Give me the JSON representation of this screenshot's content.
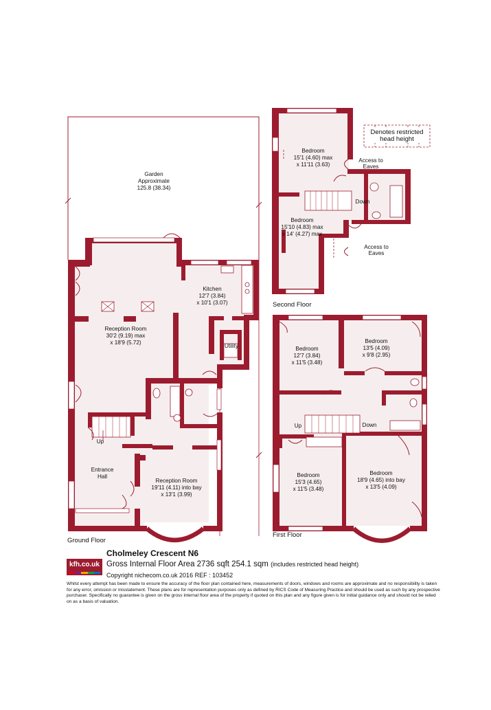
{
  "rooms": {
    "garden": {
      "name": "Garden",
      "line1": "Approximate",
      "line2": "125.8 (38.34)"
    },
    "kitchen": {
      "name": "Kitchen",
      "line1": "12'7 (3.84)",
      "line2": "x 10'1 (3.07)"
    },
    "reception_large": {
      "name": "Reception Room",
      "line1": "30'2 (9.19) max",
      "line2": "x 18'9 (5.72)"
    },
    "utility": {
      "name": "Utility"
    },
    "up_ground": {
      "name": "Up"
    },
    "entrance": {
      "name": "Entrance",
      "line1": "Hall"
    },
    "reception_bay": {
      "name": "Reception Room",
      "line1": "19'11 (4.11) into bay",
      "line2": "x 13'1 (3.99)"
    },
    "sf_bedroom_top": {
      "name": "Bedroom",
      "line1": "15'1 (4.60) max",
      "line2": "x 11'11 (3.63)"
    },
    "sf_bedroom_bottom": {
      "name": "Bedroom",
      "line1": "15'10 (4.83) max",
      "line2": "x 14' (4.27) max"
    },
    "access_eaves_1": {
      "name": "Access to",
      "line1": "Eaves"
    },
    "access_eaves_2": {
      "name": "Access to",
      "line1": "Eaves"
    },
    "down_second": {
      "name": "Down"
    },
    "ff_bedroom_1": {
      "name": "Bedroom",
      "line1": "12'7 (3.84)",
      "line2": "x 11'5 (3.48)"
    },
    "ff_bedroom_2": {
      "name": "Bedroom",
      "line1": "13'5 (4.09)",
      "line2": "x 9'8 (2.95)"
    },
    "ff_up": {
      "name": "Up"
    },
    "ff_down": {
      "name": "Down"
    },
    "ff_bedroom_3": {
      "name": "Bedroom",
      "line1": "15'3 (4.65)",
      "line2": "x 11'5 (3.48)"
    },
    "ff_bedroom_4": {
      "name": "Bedroom",
      "line1": "18'9 (4.65) into bay",
      "line2": "x 13'5 (4.09)"
    }
  },
  "legend": {
    "line1": "Denotes restricted",
    "line2": "head height"
  },
  "floors": {
    "ground": "Ground Floor",
    "first": "First Floor",
    "second": "Second Floor"
  },
  "footer": {
    "address": "Cholmeley Crescent  N6",
    "gross_area": "Gross Internal Floor Area 2736 sqft 254.1 sqm",
    "area_note": "(includes restricted head height)",
    "copyright": "Copyright nichecom.co.uk 2016 REF : 103452",
    "brand": "kfh.co.uk",
    "disclaimer": "Whilst every attempt has been made to ensure the accuracy of the floor plan contained here, measurements of doors, windows and rooms are approximate and no responsibility is taken for any error, omission or misstatement.  These plans are for representation purposes only as defined by RICS Code of Measuring Practice and should be used as such by any prospective purchaser.  Specifically no guarantee is given on the gross internal floor area of the property if quoted on this plan and any figure given is for initial guidance only and should not be relied on as a basis of valuation."
  },
  "colors": {
    "wall": "#9c1c2f",
    "room_fill": "#f6eeee",
    "brand_bar": [
      "#e2001a",
      "#7a1f8c",
      "#f2a900",
      "#00a651",
      "#0072bc"
    ]
  }
}
